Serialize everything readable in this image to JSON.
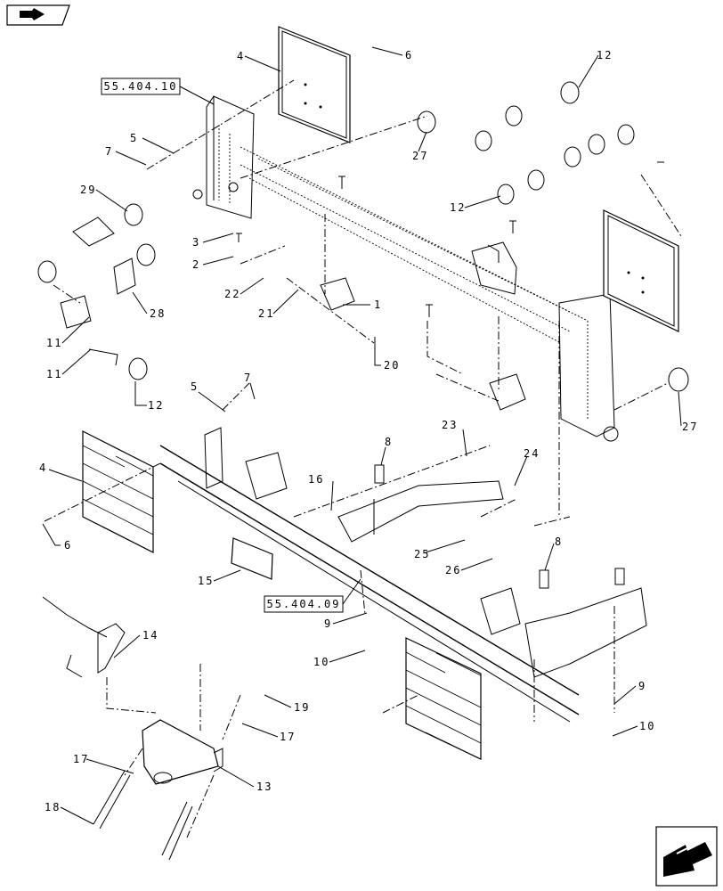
{
  "callouts": [
    {
      "id": "c4a",
      "text": "4"
    },
    {
      "id": "c6a",
      "text": "6"
    },
    {
      "id": "c12a",
      "text": "12"
    },
    {
      "id": "c5a",
      "text": "5"
    },
    {
      "id": "c7a",
      "text": "7"
    },
    {
      "id": "c27a",
      "text": "27"
    },
    {
      "id": "c29",
      "text": "29"
    },
    {
      "id": "c12b",
      "text": "12"
    },
    {
      "id": "c3",
      "text": "3"
    },
    {
      "id": "c2",
      "text": "2"
    },
    {
      "id": "c22",
      "text": "22"
    },
    {
      "id": "c21",
      "text": "21"
    },
    {
      "id": "c1",
      "text": "1"
    },
    {
      "id": "c28",
      "text": "28"
    },
    {
      "id": "c11a",
      "text": "11"
    },
    {
      "id": "c11b",
      "text": "11"
    },
    {
      "id": "c12c",
      "text": "12"
    },
    {
      "id": "c20",
      "text": "20"
    },
    {
      "id": "c7b",
      "text": "7"
    },
    {
      "id": "c5b",
      "text": "5"
    },
    {
      "id": "c27b",
      "text": "27"
    },
    {
      "id": "c4b",
      "text": "4"
    },
    {
      "id": "c23",
      "text": "23"
    },
    {
      "id": "c8a",
      "text": "8"
    },
    {
      "id": "c24",
      "text": "24"
    },
    {
      "id": "c16",
      "text": "16"
    },
    {
      "id": "c6b",
      "text": "6"
    },
    {
      "id": "c25",
      "text": "25"
    },
    {
      "id": "c26",
      "text": "26"
    },
    {
      "id": "c8b",
      "text": "8"
    },
    {
      "id": "c15",
      "text": "15"
    },
    {
      "id": "c9a",
      "text": "9"
    },
    {
      "id": "c14",
      "text": "14"
    },
    {
      "id": "c10a",
      "text": "10"
    },
    {
      "id": "c19",
      "text": "19"
    },
    {
      "id": "c17a",
      "text": "17"
    },
    {
      "id": "c9b",
      "text": "9"
    },
    {
      "id": "c10b",
      "text": "10"
    },
    {
      "id": "c17b",
      "text": "17"
    },
    {
      "id": "c13",
      "text": "13"
    },
    {
      "id": "c18",
      "text": "18"
    }
  ],
  "references": {
    "upper": "55.404.10",
    "lower": "55.404.09"
  },
  "icons": {
    "top_left": "forward-navigation-icon",
    "bottom_right": "next-page-arrow-icon"
  }
}
